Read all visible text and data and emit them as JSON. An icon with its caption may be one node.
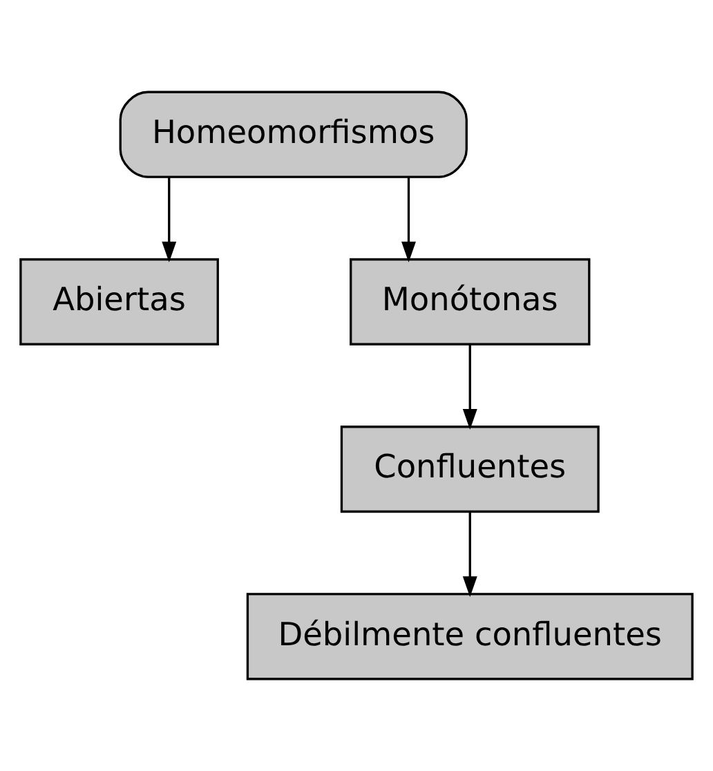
{
  "diagram": {
    "nodes": [
      {
        "text": [
          "Homeomorfismos"
        ]
      },
      {
        "text": [
          "Abiertas"
        ]
      },
      {
        "text": [
          "Monótonas"
        ]
      },
      {
        "text": [
          "Confluentes"
        ]
      },
      {
        "text": [
          "Débilmente confluentes"
        ]
      }
    ],
    "edges": [
      {
        "from": 0,
        "to": 1,
        "arrow": "to"
      },
      {
        "from": 0,
        "to": 2,
        "arrow": "to"
      },
      {
        "from": 2,
        "to": 3,
        "arrow": "to"
      },
      {
        "from": 3,
        "to": 4,
        "arrow": "to"
      }
    ]
  }
}
